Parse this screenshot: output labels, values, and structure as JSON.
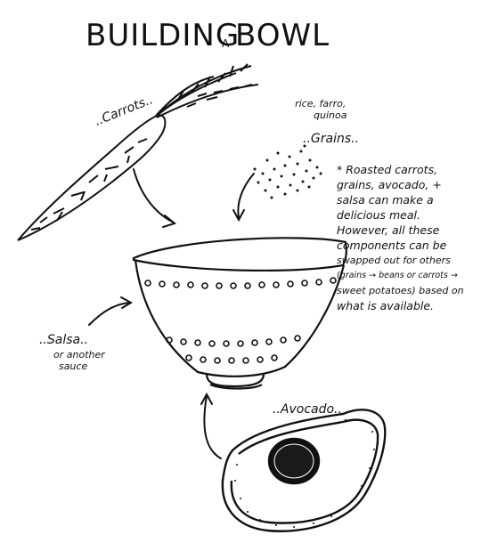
{
  "title": {
    "part1": "BUILDING",
    "part2": "A",
    "part3": "BOWL"
  },
  "labels": {
    "carrots": "..Carrots..",
    "grains_options": [
      "rice, farro,",
      "quinoa"
    ],
    "grains": "..Grains..",
    "salsa": "..Salsa..",
    "salsa_sub": [
      "or another",
      "sauce"
    ],
    "avocado": "..Avocado.."
  },
  "note": [
    "* Roasted carrots,",
    "grains, avocado, +",
    "salsa can make a",
    "delicious meal.",
    "However, all these",
    "components can be",
    "swapped out for others",
    "(grains → beans or carrots →",
    "sweet potatoes) based on",
    "what is available."
  ]
}
